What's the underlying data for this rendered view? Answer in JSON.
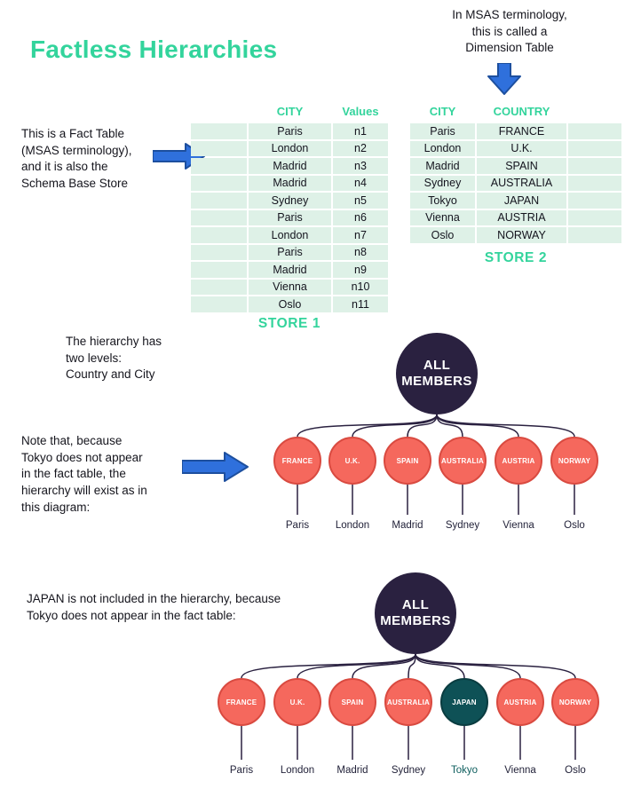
{
  "title": "Factless Hierarchies",
  "notes": {
    "dimension_table": "In MSAS terminology,\nthis is called a\nDimension Table",
    "fact_table": "This is a Fact Table\n(MSAS terminology),\nand it is also the\nSchema Base Store",
    "hierarchy_levels": "The hierarchy has\ntwo levels:\nCountry and City",
    "tokyo_note": "Note that, because\nTokyo does not appear\nin the fact table, the\nhierarchy will exist as in\nthis diagram:",
    "japan_note": "JAPAN is not included in the hierarchy, because\nTokyo does not appear in the fact table:"
  },
  "store1": {
    "label": "STORE 1",
    "headers": {
      "city": "CITY",
      "values": "Values"
    },
    "rows": [
      {
        "city": "Paris",
        "value": "n1"
      },
      {
        "city": "London",
        "value": "n2"
      },
      {
        "city": "Madrid",
        "value": "n3"
      },
      {
        "city": "Madrid",
        "value": "n4"
      },
      {
        "city": "Sydney",
        "value": "n5"
      },
      {
        "city": "Paris",
        "value": "n6"
      },
      {
        "city": "London",
        "value": "n7"
      },
      {
        "city": "Paris",
        "value": "n8"
      },
      {
        "city": "Madrid",
        "value": "n9"
      },
      {
        "city": "Vienna",
        "value": "n10"
      },
      {
        "city": "Oslo",
        "value": "n11"
      }
    ]
  },
  "store2": {
    "label": "STORE 2",
    "headers": {
      "city": "CITY",
      "country": "COUNTRY"
    },
    "rows": [
      {
        "city": "Paris",
        "country": "FRANCE"
      },
      {
        "city": "London",
        "country": "U.K."
      },
      {
        "city": "Madrid",
        "country": "SPAIN"
      },
      {
        "city": "Sydney",
        "country": "AUSTRALIA"
      },
      {
        "city": "Tokyo",
        "country": "JAPAN"
      },
      {
        "city": "Vienna",
        "country": "AUSTRIA"
      },
      {
        "city": "Oslo",
        "country": "NORWAY"
      }
    ]
  },
  "hierarchy1": {
    "root": "ALL\nMEMBERS",
    "nodes": [
      {
        "country": "FRANCE",
        "city": "Paris"
      },
      {
        "country": "U.K.",
        "city": "London"
      },
      {
        "country": "SPAIN",
        "city": "Madrid"
      },
      {
        "country": "AUSTRALIA",
        "city": "Sydney"
      },
      {
        "country": "AUSTRIA",
        "city": "Vienna"
      },
      {
        "country": "NORWAY",
        "city": "Oslo"
      }
    ]
  },
  "hierarchy2": {
    "root": "ALL\nMEMBERS",
    "nodes": [
      {
        "country": "FRANCE",
        "city": "Paris"
      },
      {
        "country": "U.K.",
        "city": "London"
      },
      {
        "country": "SPAIN",
        "city": "Madrid"
      },
      {
        "country": "AUSTRALIA",
        "city": "Sydney"
      },
      {
        "country": "JAPAN",
        "city": "Tokyo",
        "highlighted": true
      },
      {
        "country": "AUSTRIA",
        "city": "Vienna"
      },
      {
        "country": "NORWAY",
        "city": "Oslo"
      }
    ]
  },
  "colors": {
    "accent_teal": "#33d49c",
    "table_row_mint": "#def1e7",
    "arrow_blue": "#2f70dc",
    "node_coral": "#f5685d",
    "node_navy": "#2a2140",
    "node_japan_teal": "#0e5156"
  }
}
